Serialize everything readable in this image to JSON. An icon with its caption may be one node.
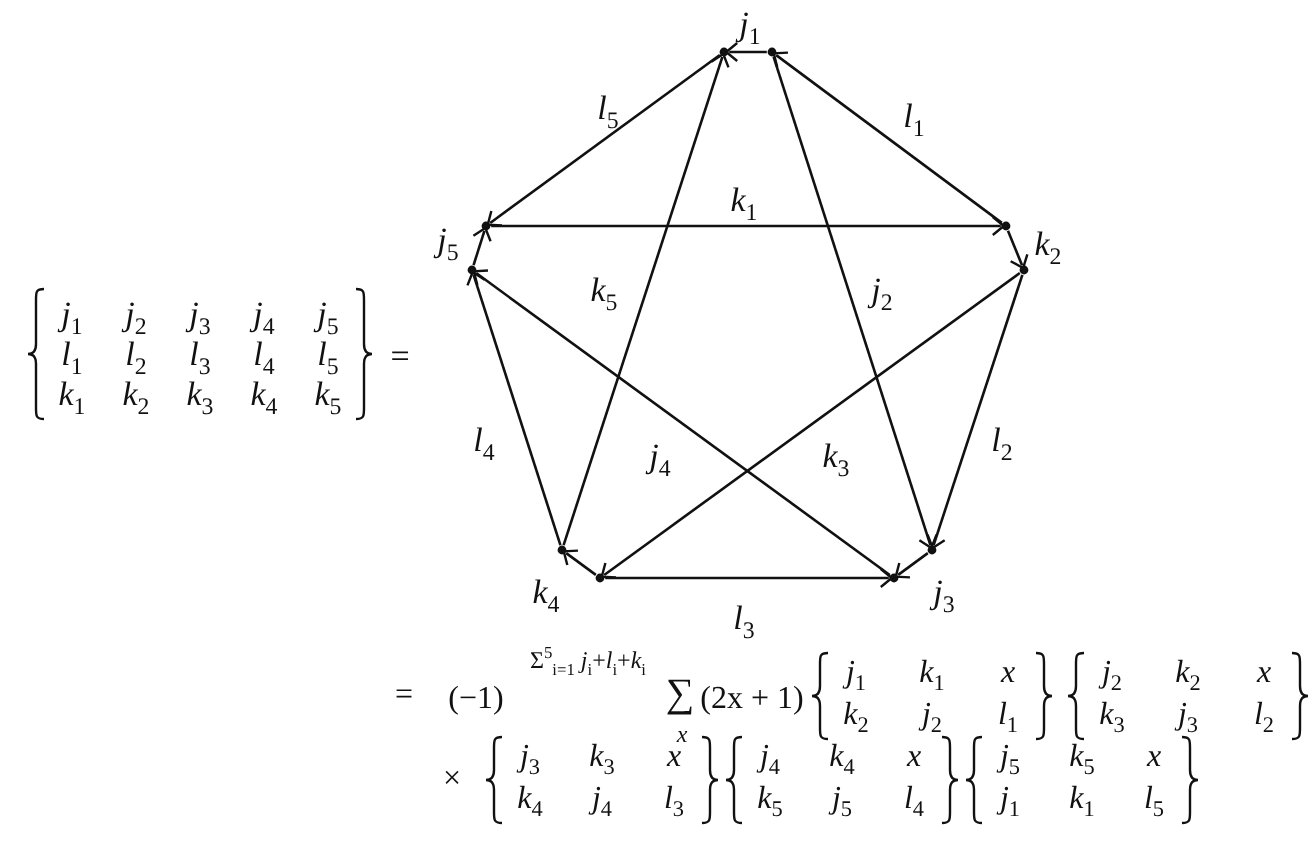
{
  "diagram": {
    "nodes": [
      {
        "text": [],
        "shape": "point"
      },
      {
        "text": [],
        "shape": "point"
      },
      {
        "text": [],
        "shape": "point"
      },
      {
        "text": [],
        "shape": "point"
      },
      {
        "text": [],
        "shape": "point"
      },
      {
        "text": [],
        "shape": "point"
      },
      {
        "text": [],
        "shape": "point"
      },
      {
        "text": [],
        "shape": "point"
      },
      {
        "text": [],
        "shape": "point"
      },
      {
        "text": [],
        "shape": "point"
      }
    ],
    "edges": [
      {
        "from": 1,
        "to": 0,
        "arrow": "to",
        "label": "*j*$_{1}$"
      },
      {
        "from": 0,
        "to": 2,
        "arrow": "to",
        "label": "*l*$_{5}$"
      },
      {
        "from": 3,
        "to": 1,
        "arrow": "to",
        "label": "*l*$_{1}$"
      },
      {
        "from": 2,
        "to": 3,
        "arrow": "to",
        "label": "*k*$_{1}$"
      },
      {
        "from": 3,
        "to": 5,
        "arrow": "to",
        "label": "*k*$_{2}$"
      },
      {
        "from": 1,
        "to": 7,
        "arrow": "to",
        "label": "*j*$_{2}$"
      },
      {
        "from": 6,
        "to": 0,
        "arrow": "to",
        "label": "*k*$_{5}$"
      },
      {
        "from": 5,
        "to": 7,
        "arrow": "to",
        "label": "*l*$_{2}$"
      },
      {
        "from": 7,
        "to": 9,
        "arrow": "to",
        "label": "*j*$_{3}$"
      },
      {
        "from": 5,
        "to": 8,
        "arrow": "to",
        "label": "*k*$_{3}$"
      },
      {
        "from": 8,
        "to": 9,
        "arrow": "to",
        "label": "*l*$_{3}$"
      },
      {
        "from": 9,
        "to": 4,
        "arrow": "to",
        "label": "*j*$_{4}$"
      },
      {
        "from": 8,
        "to": 6,
        "arrow": "to",
        "label": "*k*$_{4}$"
      },
      {
        "from": 6,
        "to": 4,
        "arrow": "to",
        "label": "*l*$_{4}$"
      },
      {
        "from": 4,
        "to": 2,
        "arrow": "to",
        "label": "*j*$_{5}$"
      }
    ],
    "labels": [
      "*j*$_{1}$",
      "*j*$_{2}$",
      "*j*$_{3}$",
      "*j*$_{4}$",
      "*j*$_{5}$",
      "*l*$_{1}$",
      "*l*$_{2}$",
      "*l*$_{3}$",
      "*l*$_{4}$",
      "*l*$_{5}$",
      "*k*$_{1}$",
      "*k*$_{2}$",
      "*k*$_{3}$",
      "*k*$_{4}$",
      "*k*$_{5}$",
      "=",
      "=",
      "(−1)",
      "Σ$^{5}$$_{i=1}$ *j*$_{i}$+*l*$_{i}$+*k*$_{i}$",
      "∑",
      "*x*",
      "(2x + 1)",
      "*j*$_{1}$",
      "*k*$_{1}$",
      "*x*",
      "*k*$_{2}$",
      "*j*$_{2}$",
      "*l*$_{1}$",
      "*j*$_{2}$",
      "*k*$_{2}$",
      "*x*",
      "*k*$_{3}$",
      "*j*$_{3}$",
      "*l*$_{2}$",
      "×",
      "*j*$_{3}$",
      "*k*$_{3}$",
      "*x*",
      "*k*$_{4}$",
      "*j*$_{4}$",
      "*l*$_{3}$",
      "*j*$_{4}$",
      "*k*$_{4}$",
      "*x*",
      "*k*$_{5}$",
      "*j*$_{5}$",
      "*l*$_{4}$",
      "*j*$_{5}$",
      "*k*$_{5}$",
      "*x*",
      "*j*$_{1}$",
      "*k*$_{1}$",
      "*l*$_{5}$"
    ]
  }
}
